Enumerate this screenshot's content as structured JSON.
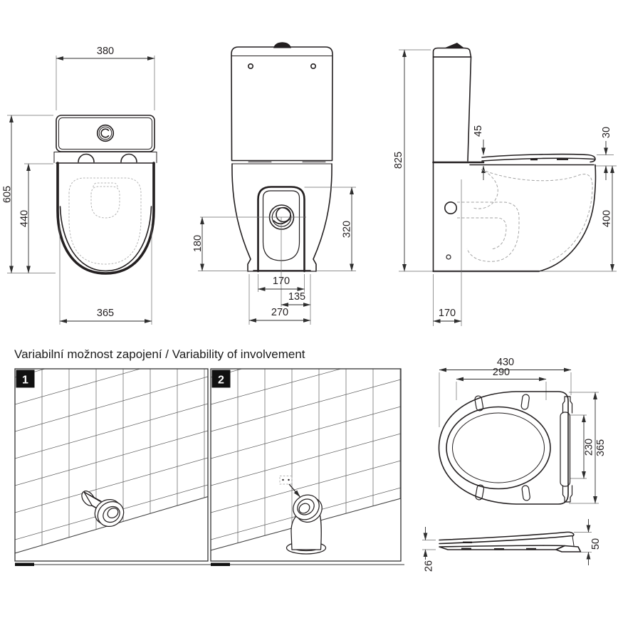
{
  "section_title": "Variabilní možnost zapojení / Variability of involvement",
  "views": {
    "top": {
      "dims": {
        "tank_width": "380",
        "total_depth": "605",
        "bowl_depth": "440",
        "bowl_width": "365"
      }
    },
    "rear": {
      "dims": {
        "drain_height": "180",
        "rim_height": "320",
        "outlet_width": "170",
        "drain_offset": "135",
        "base_width": "270"
      }
    },
    "side": {
      "dims": {
        "total_height": "825",
        "seat_front": "45",
        "seat_edge": "30",
        "bowl_height": "400",
        "outlet_setback": "170"
      }
    }
  },
  "panels": [
    {
      "label": "1"
    },
    {
      "label": "2"
    }
  ],
  "seat": {
    "plan": {
      "outer_width": "430",
      "inner_width": "290",
      "outer_length": "365",
      "hinge_span": "230"
    },
    "profile": {
      "total_height": "50",
      "seat_height": "26"
    }
  },
  "colors": {
    "line": "#231f20",
    "dim_line": "#2e2e2e",
    "dashed": "#b4b4b4",
    "badge_bg": "#111111",
    "badge_text": "#ffffff",
    "background": "#ffffff"
  }
}
